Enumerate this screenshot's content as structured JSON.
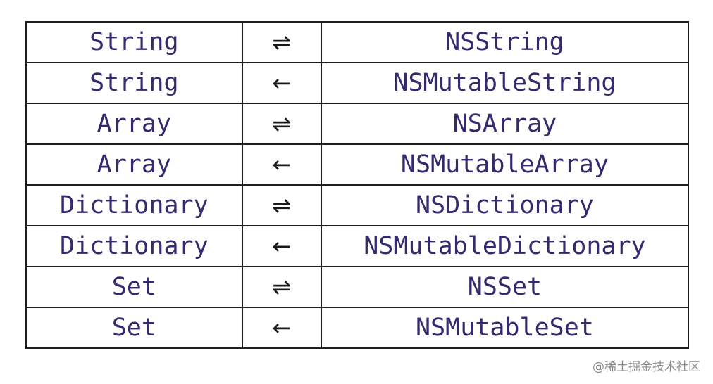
{
  "rows": [
    {
      "swift": "String",
      "arrow": "⇌",
      "arrow_icon": "bidirectional-arrow-icon",
      "objc": "NSString"
    },
    {
      "swift": "String",
      "arrow": "←",
      "arrow_icon": "left-arrow-icon",
      "objc": "NSMutableString"
    },
    {
      "swift": "Array",
      "arrow": "⇌",
      "arrow_icon": "bidirectional-arrow-icon",
      "objc": "NSArray"
    },
    {
      "swift": "Array",
      "arrow": "←",
      "arrow_icon": "left-arrow-icon",
      "objc": "NSMutableArray"
    },
    {
      "swift": "Dictionary",
      "arrow": "⇌",
      "arrow_icon": "bidirectional-arrow-icon",
      "objc": "NSDictionary"
    },
    {
      "swift": "Dictionary",
      "arrow": "←",
      "arrow_icon": "left-arrow-icon",
      "objc": "NSMutableDictionary"
    },
    {
      "swift": "Set",
      "arrow": "⇌",
      "arrow_icon": "bidirectional-arrow-icon",
      "objc": "NSSet"
    },
    {
      "swift": "Set",
      "arrow": "←",
      "arrow_icon": "left-arrow-icon",
      "objc": "NSMutableSet"
    }
  ],
  "watermark": "@稀土掘金技术社区",
  "colors": {
    "type_text": "#352a6e",
    "arrow": "#1a1a1a",
    "border": "#1e1e1e",
    "watermark": "#8a8a8a"
  }
}
